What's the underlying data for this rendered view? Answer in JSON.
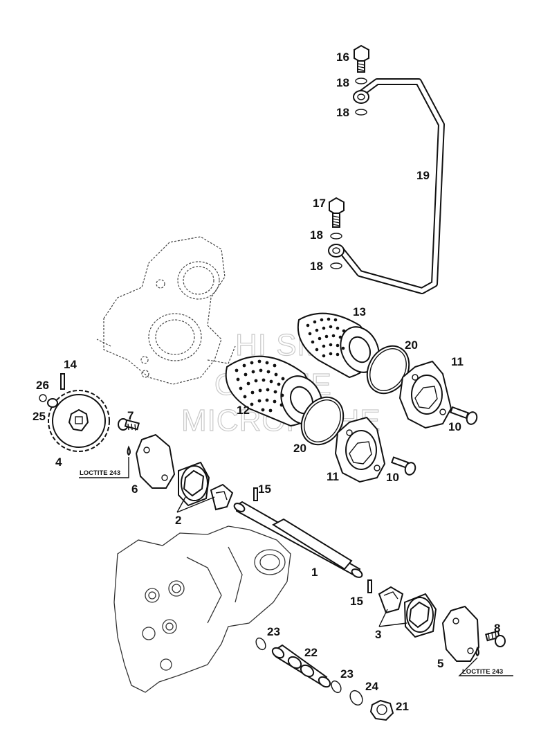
{
  "watermark": [
    "HI SM",
    "ONLINE",
    "MICROFICHE"
  ],
  "loctite_labels": [
    "LOCTITE 243",
    "LOCTITE 243"
  ],
  "part_numbers": [
    "1",
    "2",
    "3",
    "4",
    "5",
    "6",
    "7",
    "8",
    "10",
    "10",
    "11",
    "11",
    "12",
    "13",
    "14",
    "15",
    "15",
    "16",
    "17",
    "18",
    "18",
    "18",
    "18",
    "19",
    "20",
    "20",
    "21",
    "22",
    "23",
    "23",
    "24",
    "25",
    "26"
  ]
}
